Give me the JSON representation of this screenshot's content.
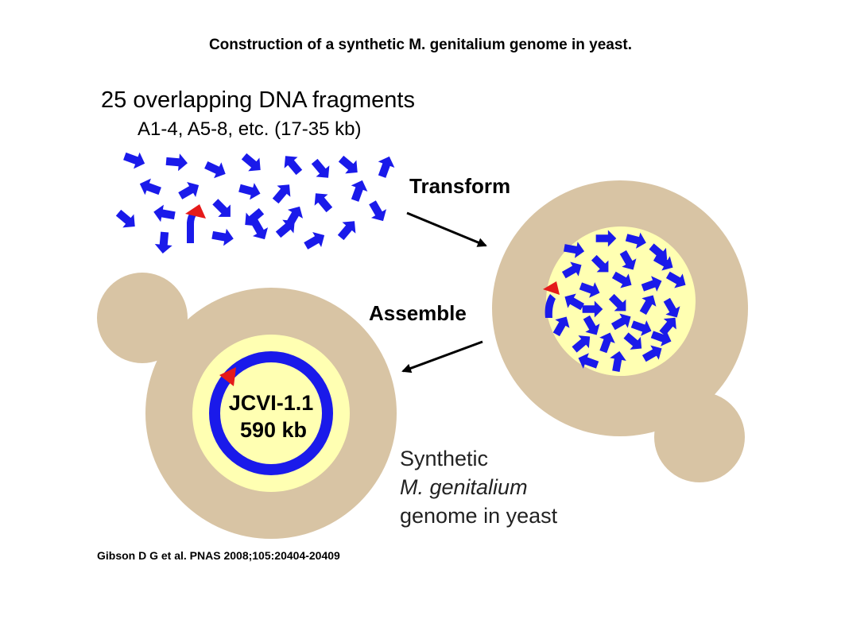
{
  "title": "Construction of a synthetic M. genitalium genome in yeast.",
  "fragments": {
    "heading": "25 overlapping DNA fragments",
    "subheading": "A1-4, A5-8, etc. (17-35 kb)"
  },
  "steps": {
    "transform": "Transform",
    "assemble": "Assemble"
  },
  "genome": {
    "name": "JCVI-1.1",
    "size": "590 kb"
  },
  "result_caption": {
    "line1": "Synthetic",
    "line2": "M. genitalium",
    "line3": "genome in yeast"
  },
  "citation": "Gibson D G et al. PNAS 2008;105:20404-20409",
  "colors": {
    "yeast_cell": "#d8c4a4",
    "nucleus": "#ffffb2",
    "dna_fragment": "#1a1aea",
    "start_marker": "#e51a1a",
    "process_arrow": "#000000"
  },
  "icons": {
    "fragment": "blue-block-arrow-icon",
    "marker": "red-triangle-icon",
    "process": "black-arrow-icon"
  }
}
